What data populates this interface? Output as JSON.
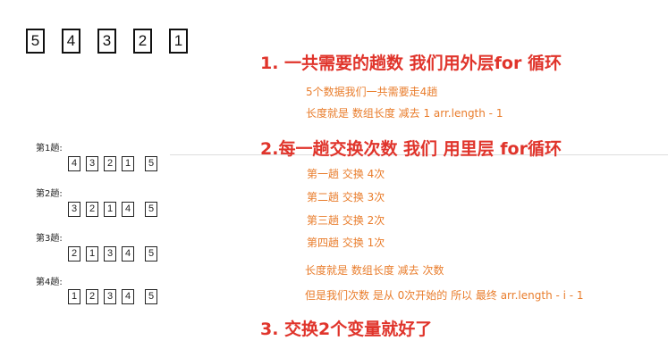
{
  "top_array": [
    "5",
    "4",
    "3",
    "2",
    "1"
  ],
  "sections": [
    {
      "heading": "1. 一共需要的趟数 我们用外层for 循环",
      "notes": [
        "5个数据我们一共需要走4趟",
        "长度就是 数组长度 减去 1   arr.length - 1"
      ]
    },
    {
      "heading": "2.每一趟交换次数 我们 用里层 for循环",
      "notes": [
        "第一趟 交换 4次",
        "第二趟 交换 3次",
        "第三趟 交换 2次",
        "第四趟 交换 1次"
      ],
      "notes2": [
        "长度就是 数组长度 减去  次数",
        "但是我们次数 是从 0次开始的    所以  最终  arr.length - i - 1"
      ]
    },
    {
      "heading": "3. 交换2个变量就好了"
    }
  ],
  "rounds": [
    {
      "label": "第1趟:",
      "values": [
        "4",
        "3",
        "2",
        "1",
        "5"
      ]
    },
    {
      "label": "第2趟:",
      "values": [
        "3",
        "2",
        "1",
        "4",
        "5"
      ]
    },
    {
      "label": "第3趟:",
      "values": [
        "2",
        "1",
        "3",
        "4",
        "5"
      ]
    },
    {
      "label": "第4趟:",
      "values": [
        "1",
        "2",
        "3",
        "4",
        "5"
      ]
    }
  ],
  "colors": {
    "heading": "#e0342b",
    "note": "#e97d2c",
    "box_border": "#111111"
  }
}
